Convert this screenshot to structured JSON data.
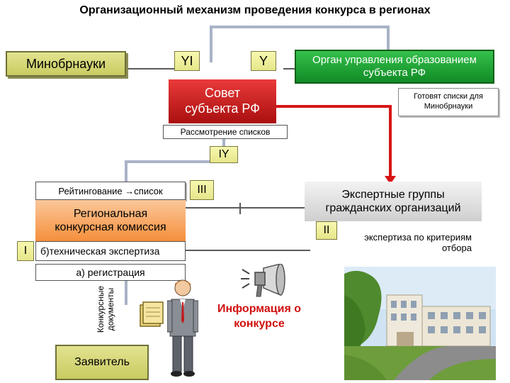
{
  "title": "Организационный механизм проведения конкурса в регионах",
  "nodes": {
    "minobrnauki": "Минобрнауки",
    "organ": "Орган управления образованием субъекта РФ",
    "sovet": "Совет субъекта РФ",
    "rassmotrenie": "Рассмотрение списков",
    "gotovyat": "Готовят списки для Минобрнауки",
    "reiting": "Рейтингование →список",
    "komissiya": "Региональная конкурсная комиссия",
    "b_expertiza": "б)техническая экспертиза",
    "a_registraciya": "а) регистрация",
    "expert_groups": "Экспертные группы гражданских организаций",
    "expertiza_kriterii": "экспертиза по критериям отбора",
    "konkursnye": "Конкурсные документы",
    "zayavitel": "Заявитель",
    "informaciya": "Информация о конкурсе"
  },
  "steps": {
    "s1": "I",
    "s2": "II",
    "s3": "III",
    "s4": "IY",
    "s5": "Y",
    "s6": "YI"
  },
  "colors": {
    "olive": "#d7d87a",
    "green": "#1fa336",
    "red": "#c81d1d",
    "orange": "#f8a35a",
    "info_text": "#d01010"
  },
  "icons": [
    "person-icon",
    "folder-icon",
    "megaphone-icon",
    "school-photo"
  ]
}
